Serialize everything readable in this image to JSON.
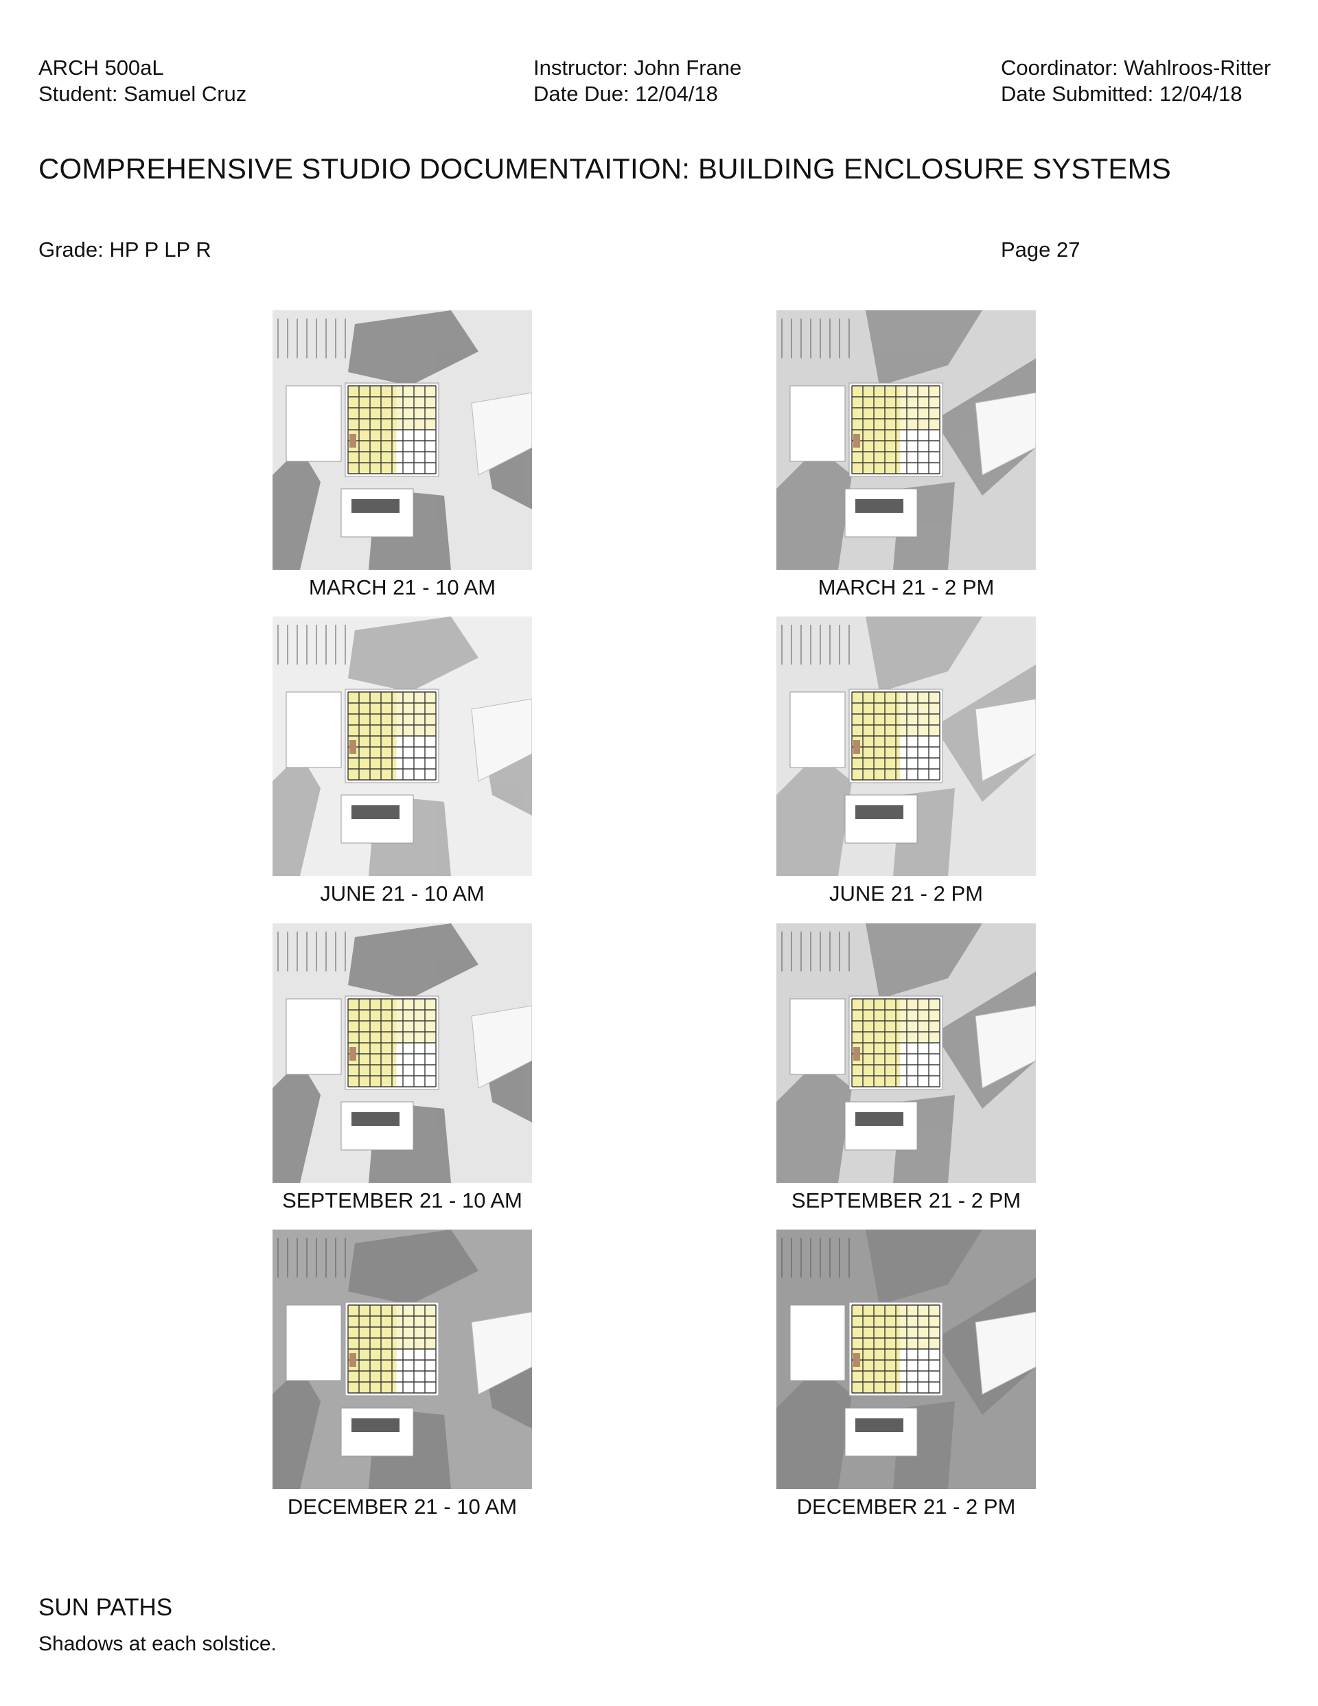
{
  "header": {
    "course": "ARCH 500aL",
    "student": "Student:  Samuel Cruz",
    "instructor": "Instructor:  John Frane",
    "date_due": "Date Due:  12/04/18",
    "coordinator": "Coordinator: Wahlroos-Ritter",
    "date_submitted": "Date Submitted: 12/04/18"
  },
  "title": "COMPREHENSIVE STUDIO DOCUMENTAITION: BUILDING ENCLOSURE SYSTEMS",
  "grade": "Grade: HP P LP R",
  "page": "Page 27",
  "panels": [
    {
      "caption": "MARCH 21 - 10 AM"
    },
    {
      "caption": "MARCH 21 - 2 PM"
    },
    {
      "caption": "JUNE 21 - 10 AM"
    },
    {
      "caption": "JUNE 21 - 2 PM"
    },
    {
      "caption": "SEPTEMBER 21 - 10 AM"
    },
    {
      "caption": "SEPTEMBER 21 - 2 PM"
    },
    {
      "caption": "DECEMBER 21 - 10 AM"
    },
    {
      "caption": "DECEMBER 21 - 2 PM"
    }
  ],
  "section": {
    "title": "SUN PATHS",
    "description": "Shadows at each solstice."
  },
  "colors": {
    "shadow": "#8a8a8a",
    "ground": "#d9d9d9",
    "glazing": "#f3efa8",
    "frame": "#3a3a3a"
  }
}
